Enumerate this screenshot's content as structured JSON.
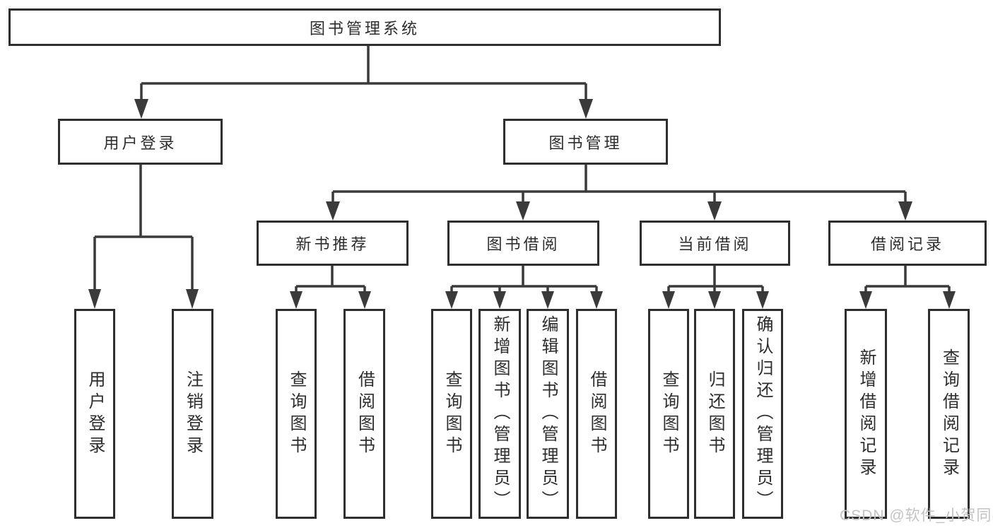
{
  "tree": {
    "root": "图书管理系统",
    "branches": [
      {
        "label": "用户登录",
        "children": [
          "用户登录",
          "注销登录"
        ]
      },
      {
        "label": "图书管理",
        "children": [
          {
            "label": "新书推荐",
            "children": [
              "查询图书",
              "借阅图书"
            ]
          },
          {
            "label": "图书借阅",
            "children": [
              "查询图书",
              "新增图书（管理员）",
              "编辑图书（管理员）",
              "借阅图书"
            ]
          },
          {
            "label": "当前借阅",
            "children": [
              "查询图书",
              "归还图书",
              "确认归还（管理员）"
            ]
          },
          {
            "label": "借阅记录",
            "children": [
              "新增借阅记录",
              "查询借阅记录"
            ]
          }
        ]
      }
    ]
  },
  "watermark": {
    "text": "CSDN @软件_小贺同学"
  },
  "colors": {
    "background": "#ffffff",
    "box_border": "#2e2e2e",
    "connector_line": "#3a3a3a",
    "text": "#2d2d2d",
    "watermark": "#c3c3c3"
  }
}
